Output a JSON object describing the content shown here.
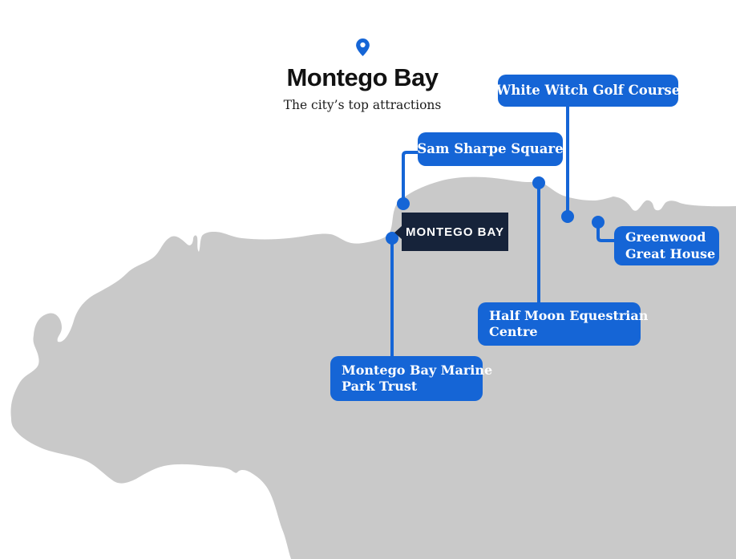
{
  "header": {
    "title": "Montego Bay",
    "subtitle": "The city’s top attractions"
  },
  "map": {
    "city_label": "MONTEGO BAY",
    "attractions": [
      {
        "id": "white-witch-golf-course",
        "lines": [
          "White Witch Golf Course"
        ]
      },
      {
        "id": "sam-sharpe-square",
        "lines": [
          "Sam Sharpe Square"
        ]
      },
      {
        "id": "greenwood-great-house",
        "lines": [
          "Greenwood",
          "Great House"
        ]
      },
      {
        "id": "half-moon-equestrian-centre",
        "lines": [
          "Half Moon Equestrian",
          "Centre"
        ]
      },
      {
        "id": "montego-bay-marine-park-trust",
        "lines": [
          "Montego Bay Marine",
          "Park Trust"
        ]
      }
    ]
  },
  "colors": {
    "accent_blue": "#1565d6",
    "navy": "#16233a",
    "land_gray": "#c9c9c9",
    "title_black": "#121212",
    "label_text": "#ffffff"
  }
}
